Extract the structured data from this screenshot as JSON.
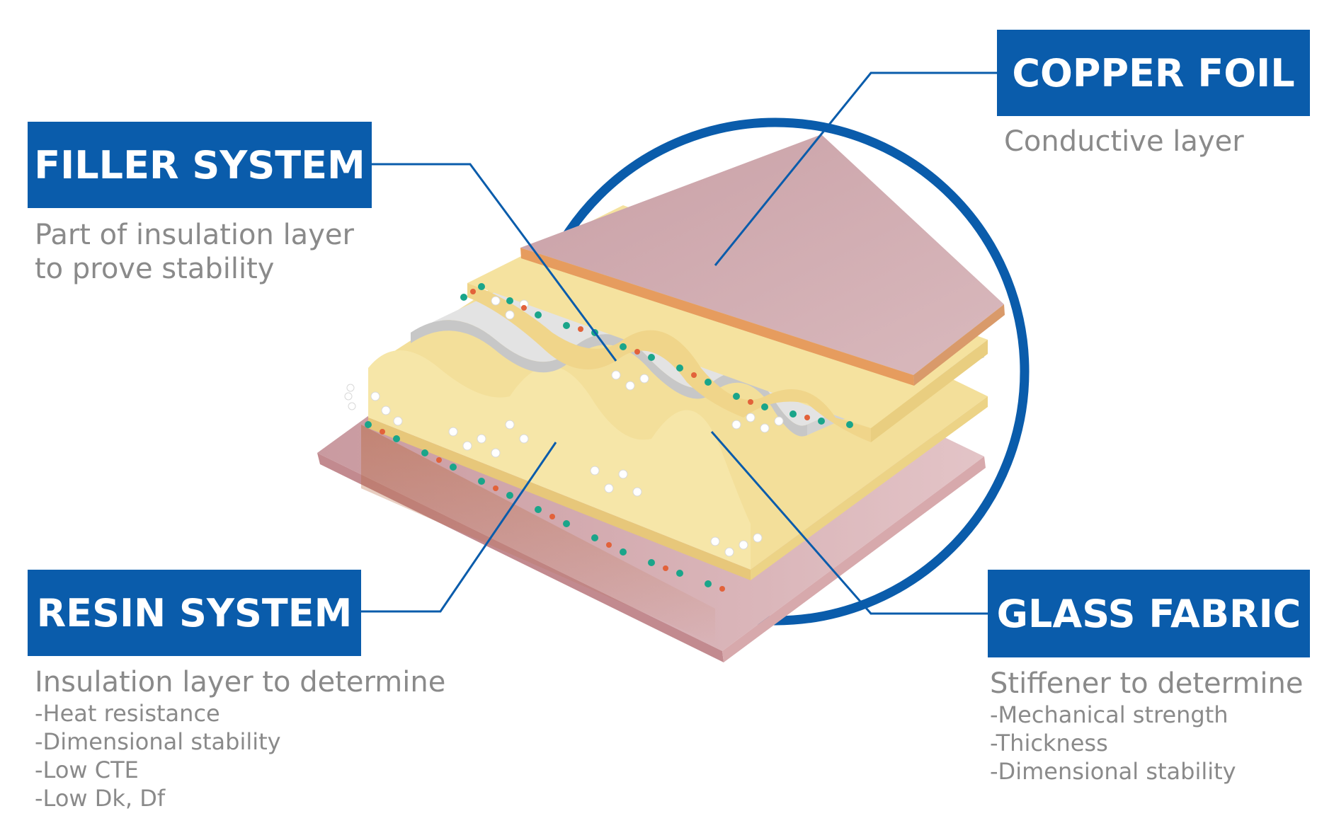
{
  "colors": {
    "accent_blue": "#0a5cab",
    "text_gray": "#8a8a8a",
    "copper": "#d4b2b6",
    "copper_edge": "#e69c5e",
    "resin_yellow": "#f6e3a0",
    "glass_white": "#e4e4e4",
    "filler_green": "#1aa58a",
    "filler_orange": "#e2623a"
  },
  "labels": {
    "copper_foil": {
      "title": "COPPER FOIL",
      "lines": [
        "Conductive layer"
      ]
    },
    "filler_system": {
      "title": "FILLER SYSTEM",
      "lines": [
        "Part of insulation layer",
        "to prove stability"
      ]
    },
    "resin_system": {
      "title": "RESIN SYSTEM",
      "lines": [
        "Insulation layer to determine"
      ],
      "bullets": [
        "-Heat resistance",
        "-Dimensional stability",
        "-Low CTE",
        "-Low Dk, Df"
      ]
    },
    "glass_fabric": {
      "title": "GLASS FABRIC",
      "lines": [
        "Stiffener to determine"
      ],
      "bullets": [
        "-Mechanical strength",
        "-Thickness",
        "-Dimensional stability"
      ]
    }
  },
  "icons": {
    "background_circle": "ring-icon",
    "laminate": "laminate-cross-section-icon"
  }
}
